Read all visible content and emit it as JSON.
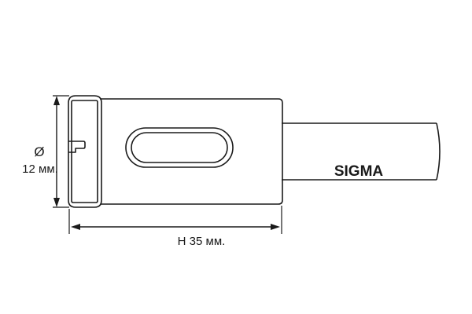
{
  "diameter": {
    "symbol": "Ø",
    "value": "12 мм."
  },
  "length": {
    "value": "Н 35 мм."
  },
  "brand": {
    "name": "SIGMA"
  },
  "colors": {
    "line": "#1a1a1a",
    "background": "#ffffff"
  }
}
